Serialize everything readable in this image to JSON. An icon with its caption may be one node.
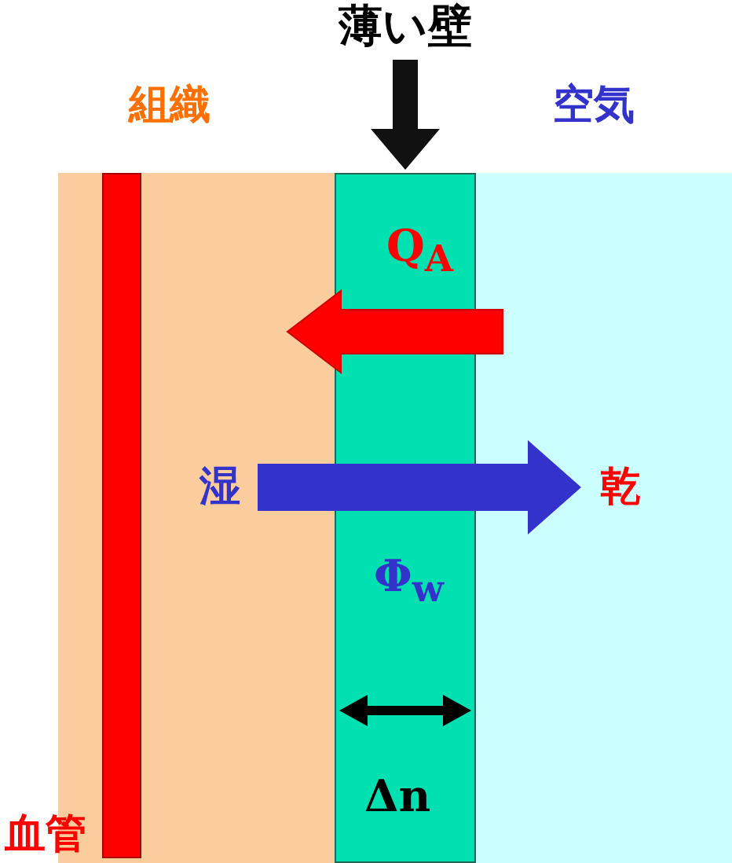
{
  "diagram": {
    "nodes": [
      {
        "text": [
          "薄い壁"
        ]
      },
      {
        "text": [
          "組織"
        ]
      },
      {
        "text": [
          "空気"
        ]
      },
      {
        "text": [],
        "shape": "box"
      },
      {
        "text": [
          "血管"
        ],
        "in": 1
      },
      {
        "text": [
          "湿"
        ],
        "in": 1
      },
      {
        "text": [
          "乾"
        ],
        "in": 2
      }
    ],
    "edges": [
      {
        "from": 0,
        "to": 3,
        "arrow": "to",
        "style": "thick"
      },
      {
        "from": 5,
        "to": 6,
        "arrow": "to",
        "style": "thick",
        "color": "#3333cc"
      }
    ],
    "labels": [
      "Q$_{A}$",
      "Φ$_{w}$",
      "Δn"
    ]
  }
}
